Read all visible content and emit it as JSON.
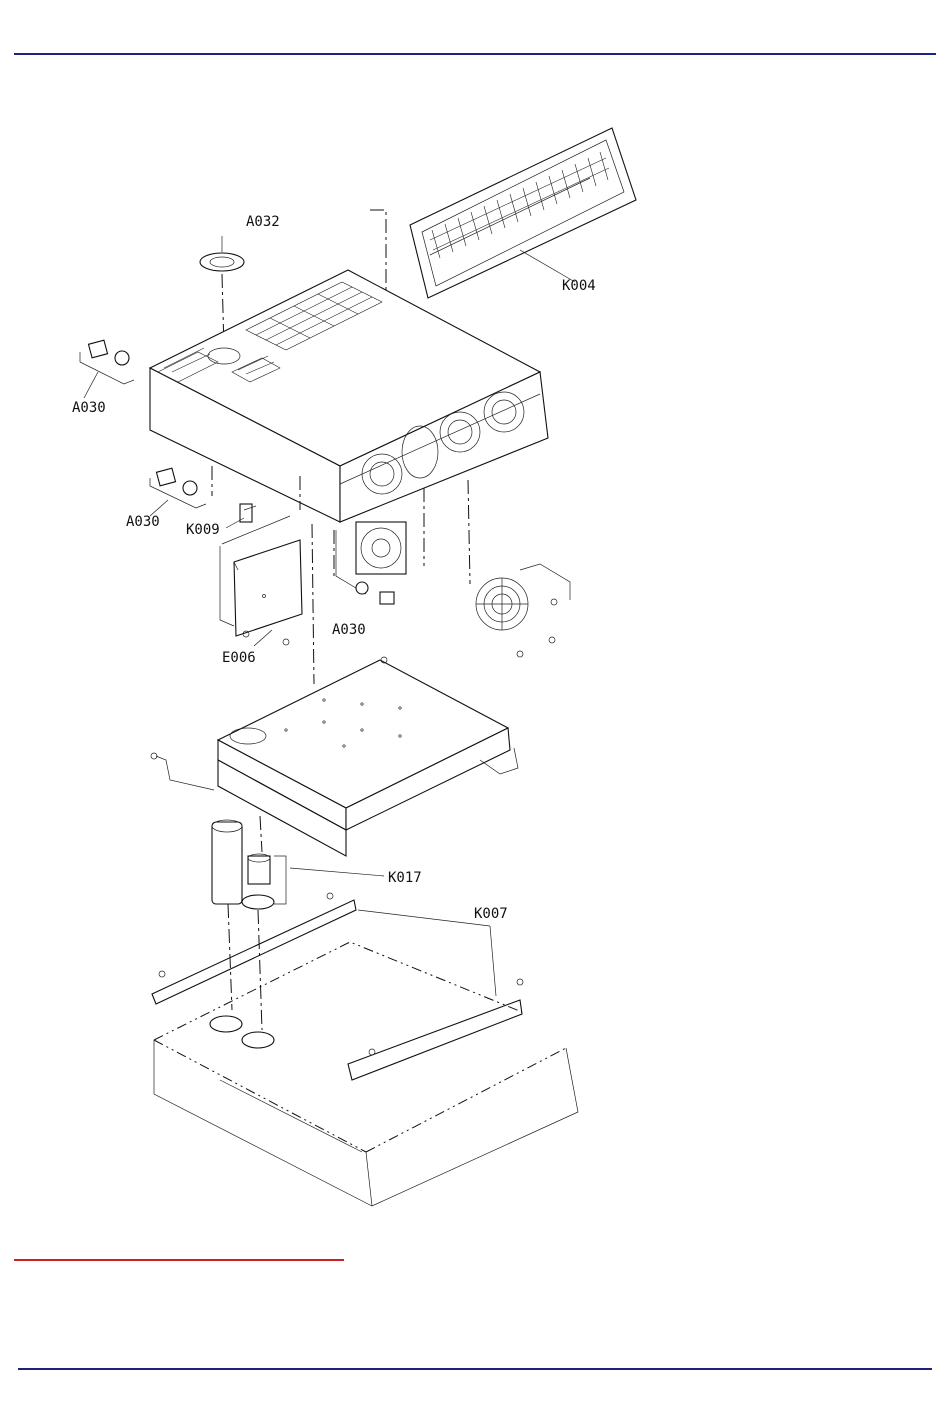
{
  "labels": {
    "a032": "A032",
    "k004": "K004",
    "a030_left": "A030",
    "a030_mid": "A030",
    "k009": "K009",
    "a030_bottom": "A030",
    "e006": "E006",
    "k017": "K017",
    "k007": "K007"
  },
  "colors": {
    "top_rule": "#1a237e",
    "bottom_rule": "#1a237e",
    "red_rule": "#cc1f1f",
    "line": "#111111"
  }
}
